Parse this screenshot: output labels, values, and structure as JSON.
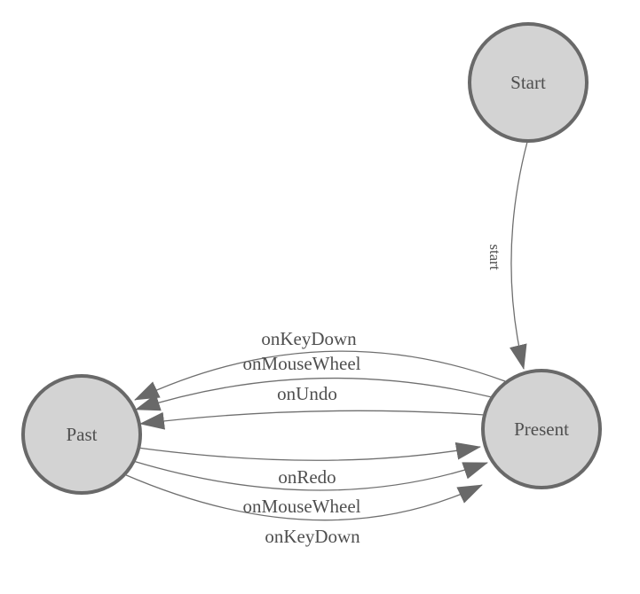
{
  "diagram": {
    "type": "state-machine",
    "colors": {
      "bg": "#ffffff",
      "node_fill": "#d3d3d3",
      "node_border": "#696969",
      "edge": "#6f6f6f",
      "ink": "#4f4f4f"
    },
    "nodes": [
      {
        "id": "start",
        "label": "Start"
      },
      {
        "id": "present",
        "label": "Present"
      },
      {
        "id": "past",
        "label": "Past"
      }
    ],
    "edges": [
      {
        "from": "Start",
        "to": "Present",
        "label": "start"
      },
      {
        "from": "Present",
        "to": "Past",
        "label": "onKeyDown"
      },
      {
        "from": "Present",
        "to": "Past",
        "label": "onMouseWheel"
      },
      {
        "from": "Present",
        "to": "Past",
        "label": "onUndo"
      },
      {
        "from": "Past",
        "to": "Present",
        "label": "onRedo"
      },
      {
        "from": "Past",
        "to": "Present",
        "label": "onMouseWheel"
      },
      {
        "from": "Past",
        "to": "Present",
        "label": "onKeyDown"
      }
    ]
  }
}
